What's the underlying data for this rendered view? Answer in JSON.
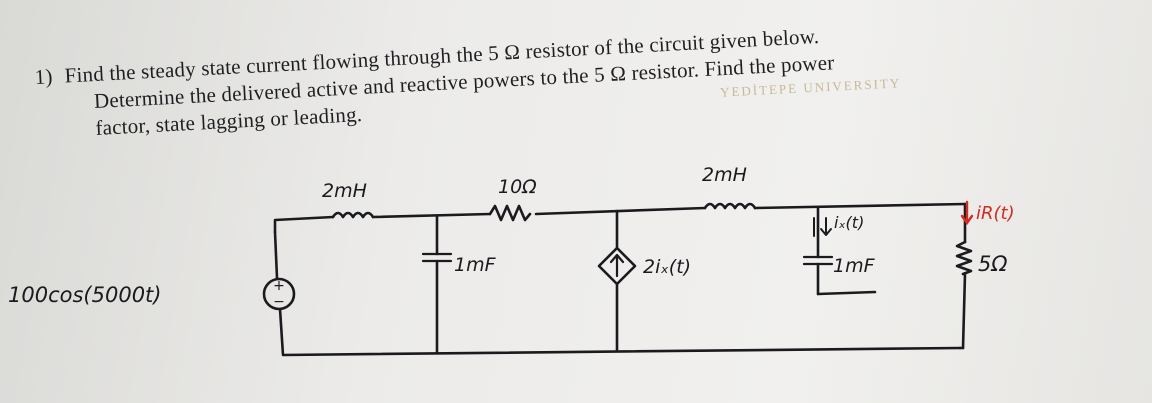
{
  "problem": {
    "number": "1)",
    "line1": "Find the steady state current flowing through the 5 Ω resistor of the circuit given below.",
    "line2": "Determine the delivered active and reactive powers to the 5 Ω resistor. Find the power",
    "line3": "factor, state lagging or leading."
  },
  "watermark": "YEDİTEPE UNIVERSITY",
  "circuit": {
    "source_label": "100cos(5000t)",
    "source_polarity": "+ −",
    "inductor_1_label": "2mH",
    "resistor_1_label": "10Ω",
    "inductor_2_label": "2mH",
    "capacitor_1_label": "1mF",
    "dependent_source_label": "2iₓ(t)",
    "ix_label": "iₓ(t)",
    "capacitor_2_label": "1mF",
    "ir_label": "iR(t)",
    "resistor_2_label": "5Ω"
  },
  "colors": {
    "ink": "#1b1b1f",
    "red_ink": "#d32c22"
  }
}
